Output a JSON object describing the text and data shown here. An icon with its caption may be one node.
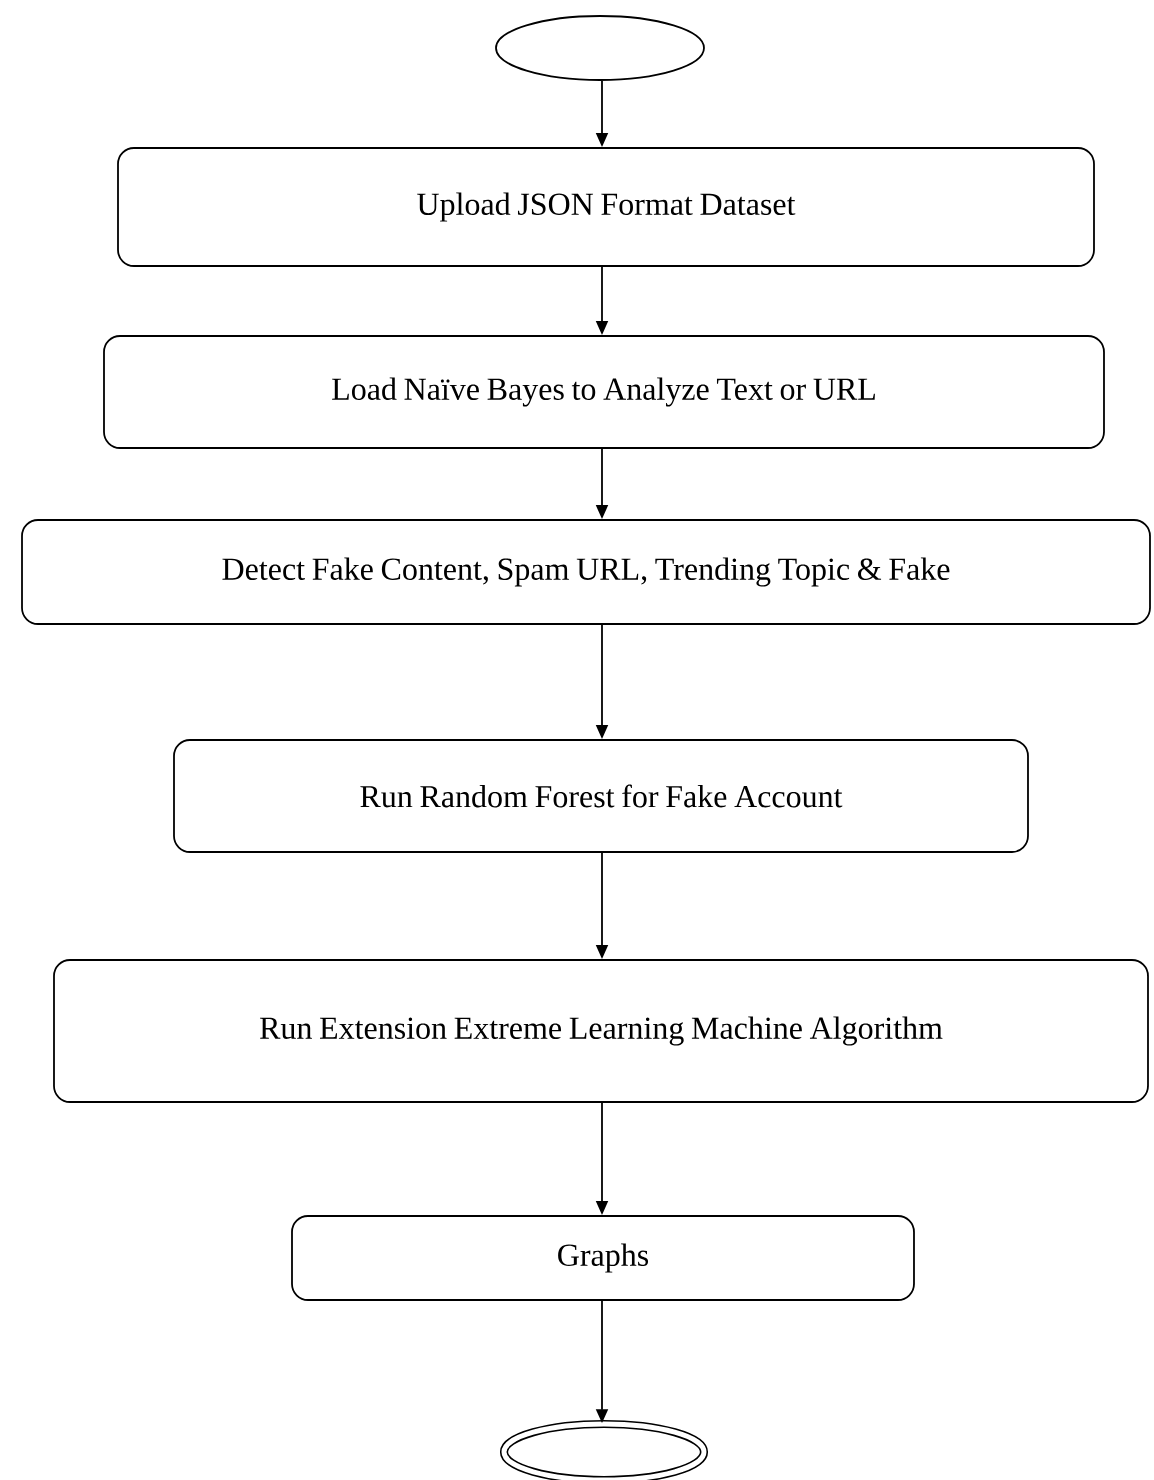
{
  "diagram": {
    "nodes": [
      {
        "text": [],
        "shape": "ellipse"
      },
      {
        "text": [
          "Upload JSON Format Dataset"
        ]
      },
      {
        "text": [
          "Load Naïve Bayes to Analyze Text or URL"
        ]
      },
      {
        "text": [
          "Detect Fake Content, Spam URL, Trending Topic & Fake"
        ]
      },
      {
        "text": [
          "Run Random Forest for Fake Account"
        ]
      },
      {
        "text": [
          "Run Extension Extreme Learning Machine Algorithm"
        ]
      },
      {
        "text": [
          "Graphs"
        ]
      },
      {
        "text": [],
        "shape": "double-ellipse"
      }
    ],
    "edges": [
      {
        "from": 0,
        "to": 1,
        "arrow": "to"
      },
      {
        "from": 1,
        "to": 2,
        "arrow": "to"
      },
      {
        "from": 2,
        "to": 3,
        "arrow": "to"
      },
      {
        "from": 3,
        "to": 4,
        "arrow": "to"
      },
      {
        "from": 4,
        "to": 5,
        "arrow": "to"
      },
      {
        "from": 5,
        "to": 6,
        "arrow": "to"
      },
      {
        "from": 6,
        "to": 7,
        "arrow": "to"
      }
    ]
  }
}
